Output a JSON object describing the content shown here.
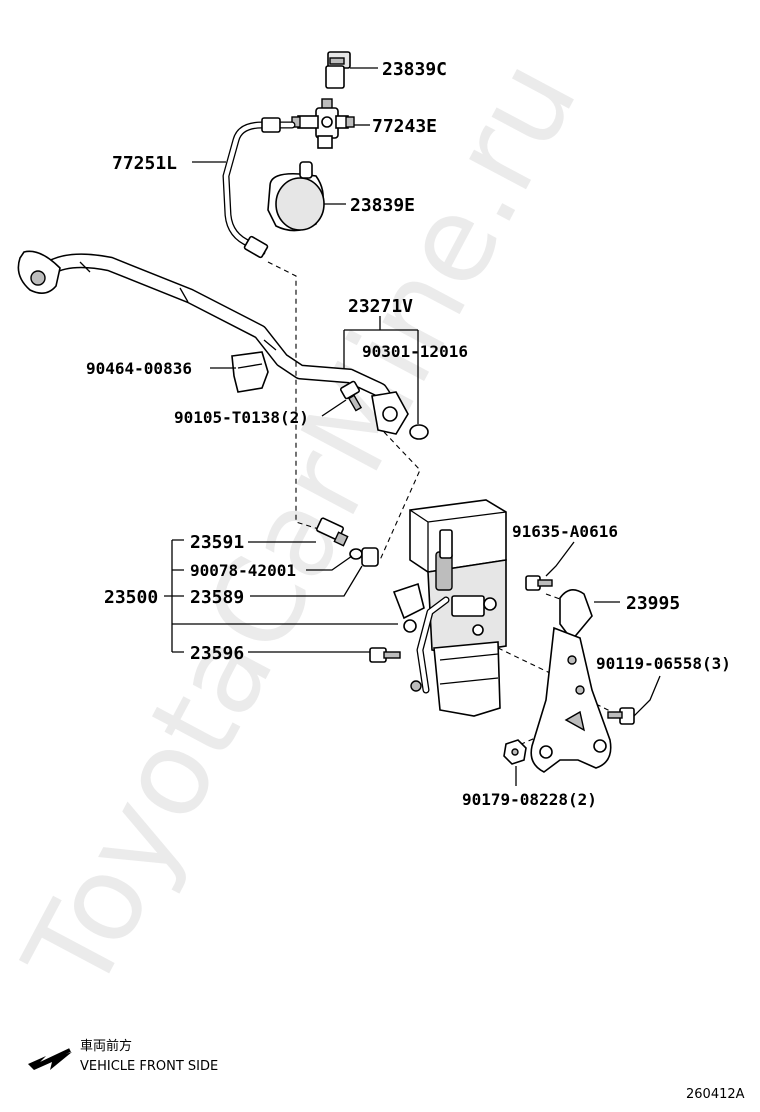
{
  "watermark": "ToyotaCarMine.ru",
  "labels": {
    "p23839C": "23839C",
    "p77243E": "77243E",
    "p77251L": "77251L",
    "p23839E": "23839E",
    "p23271V": "23271V",
    "p90301": "90301-12016",
    "p90464": "90464-00836",
    "p90105": "90105-T0138(2)",
    "p23591": "23591",
    "p90078": "90078-42001",
    "p23500": "23500",
    "p23589": "23589",
    "p23596": "23596",
    "p91635": "91635-A0616",
    "p23995": "23995",
    "p90119": "90119-06558(3)",
    "p90179": "90179-08228(2)"
  },
  "direction": {
    "jp": "車両前方",
    "en": "VEHICLE FRONT SIDE",
    "icon": "arrow-left-down-icon"
  },
  "diagram_code": "260412A"
}
